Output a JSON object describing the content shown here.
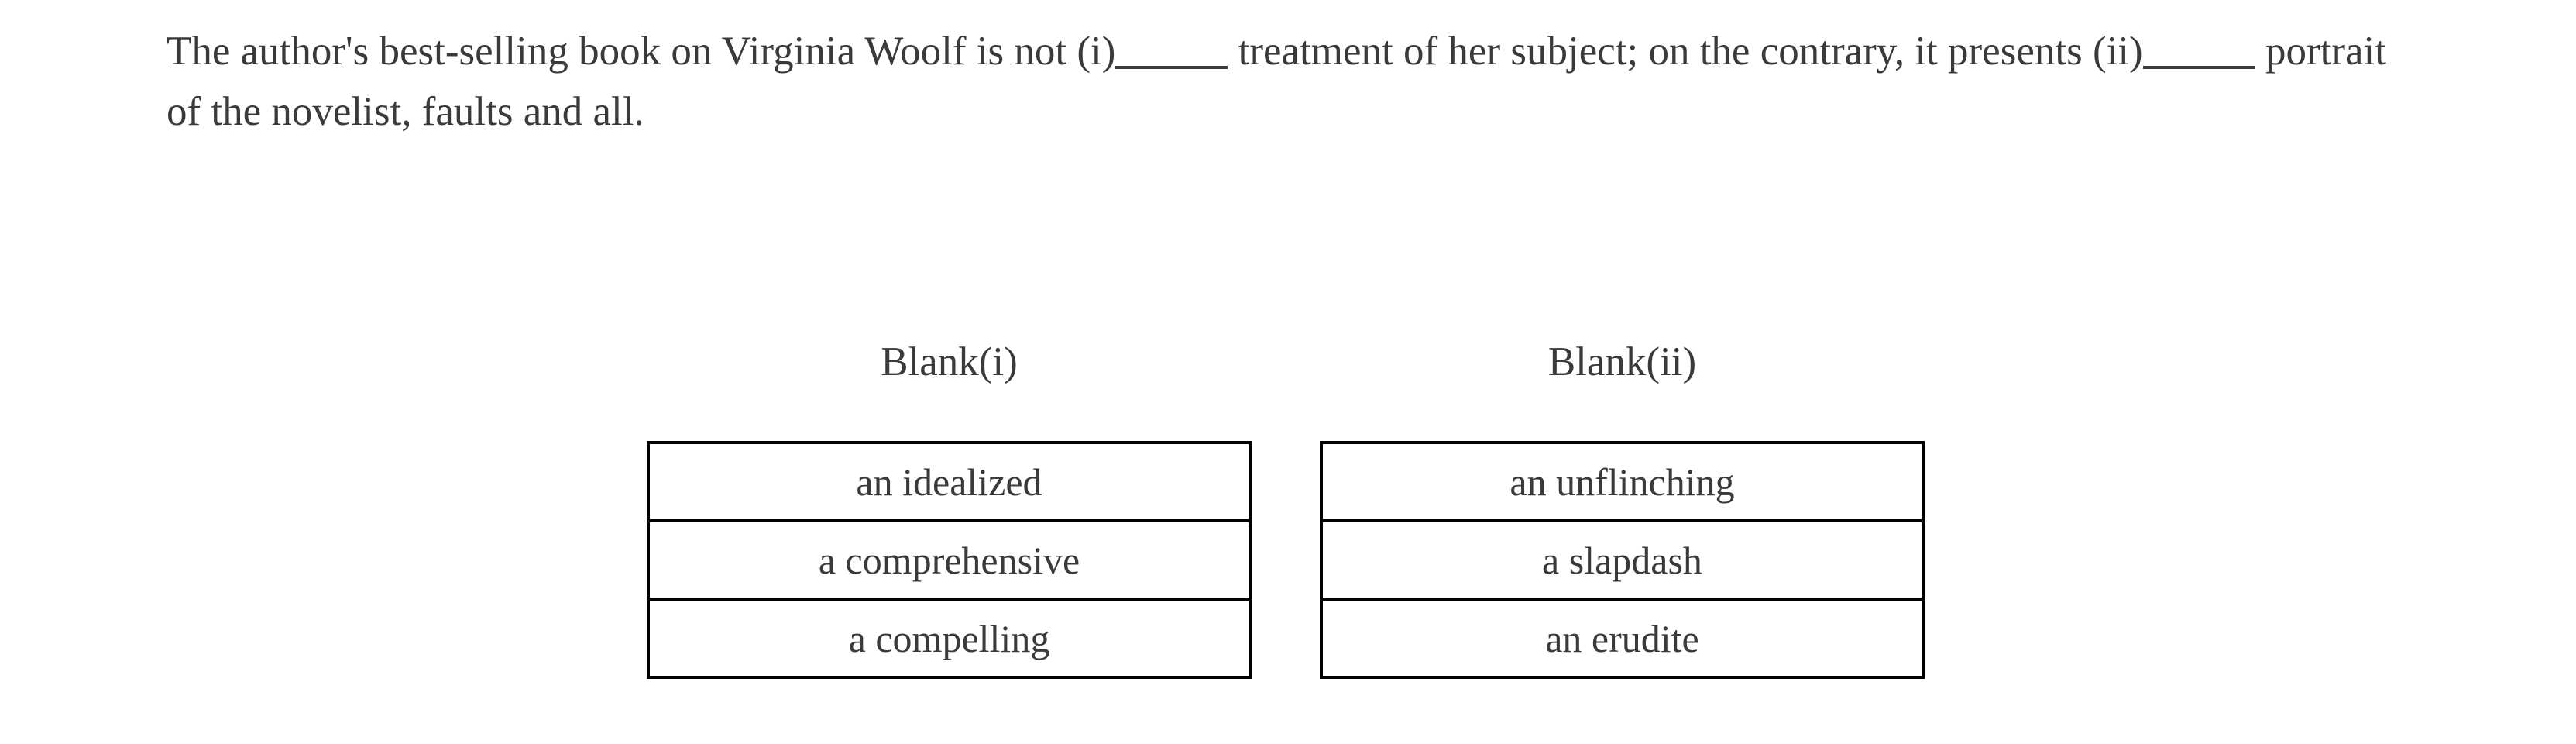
{
  "passage": {
    "text_before_blank_i": "The author's best-selling book on Virginia Woolf is not (i)",
    "text_between_blanks": " treatment of her subject; on the contrary, it presents (ii)",
    "text_after_blank_ii": " portrait of the novelist, faults and all."
  },
  "blanks": [
    {
      "label": "Blank(i)",
      "options": [
        "an idealized",
        "a comprehensive",
        "a compelling"
      ]
    },
    {
      "label": "Blank(ii)",
      "options": [
        "an unflinching",
        "a slapdash",
        "an erudite"
      ]
    }
  ],
  "colors": {
    "text": "#3a3a3a",
    "table_border": "#000000",
    "background": "#ffffff"
  }
}
